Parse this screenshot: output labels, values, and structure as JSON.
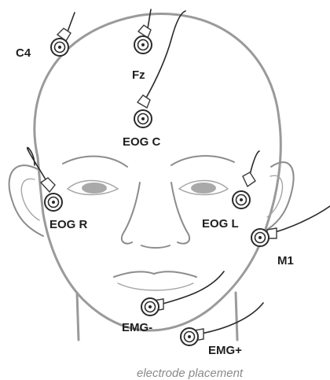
{
  "electrodes": {
    "c4": "C4",
    "fz": "Fz",
    "eog_c": "EOG C",
    "eog_r": "EOG R",
    "eog_l": "EOG L",
    "m1": "M1",
    "emg_minus": "EMG-",
    "emg_plus": "EMG+"
  },
  "caption": "electrode placement"
}
